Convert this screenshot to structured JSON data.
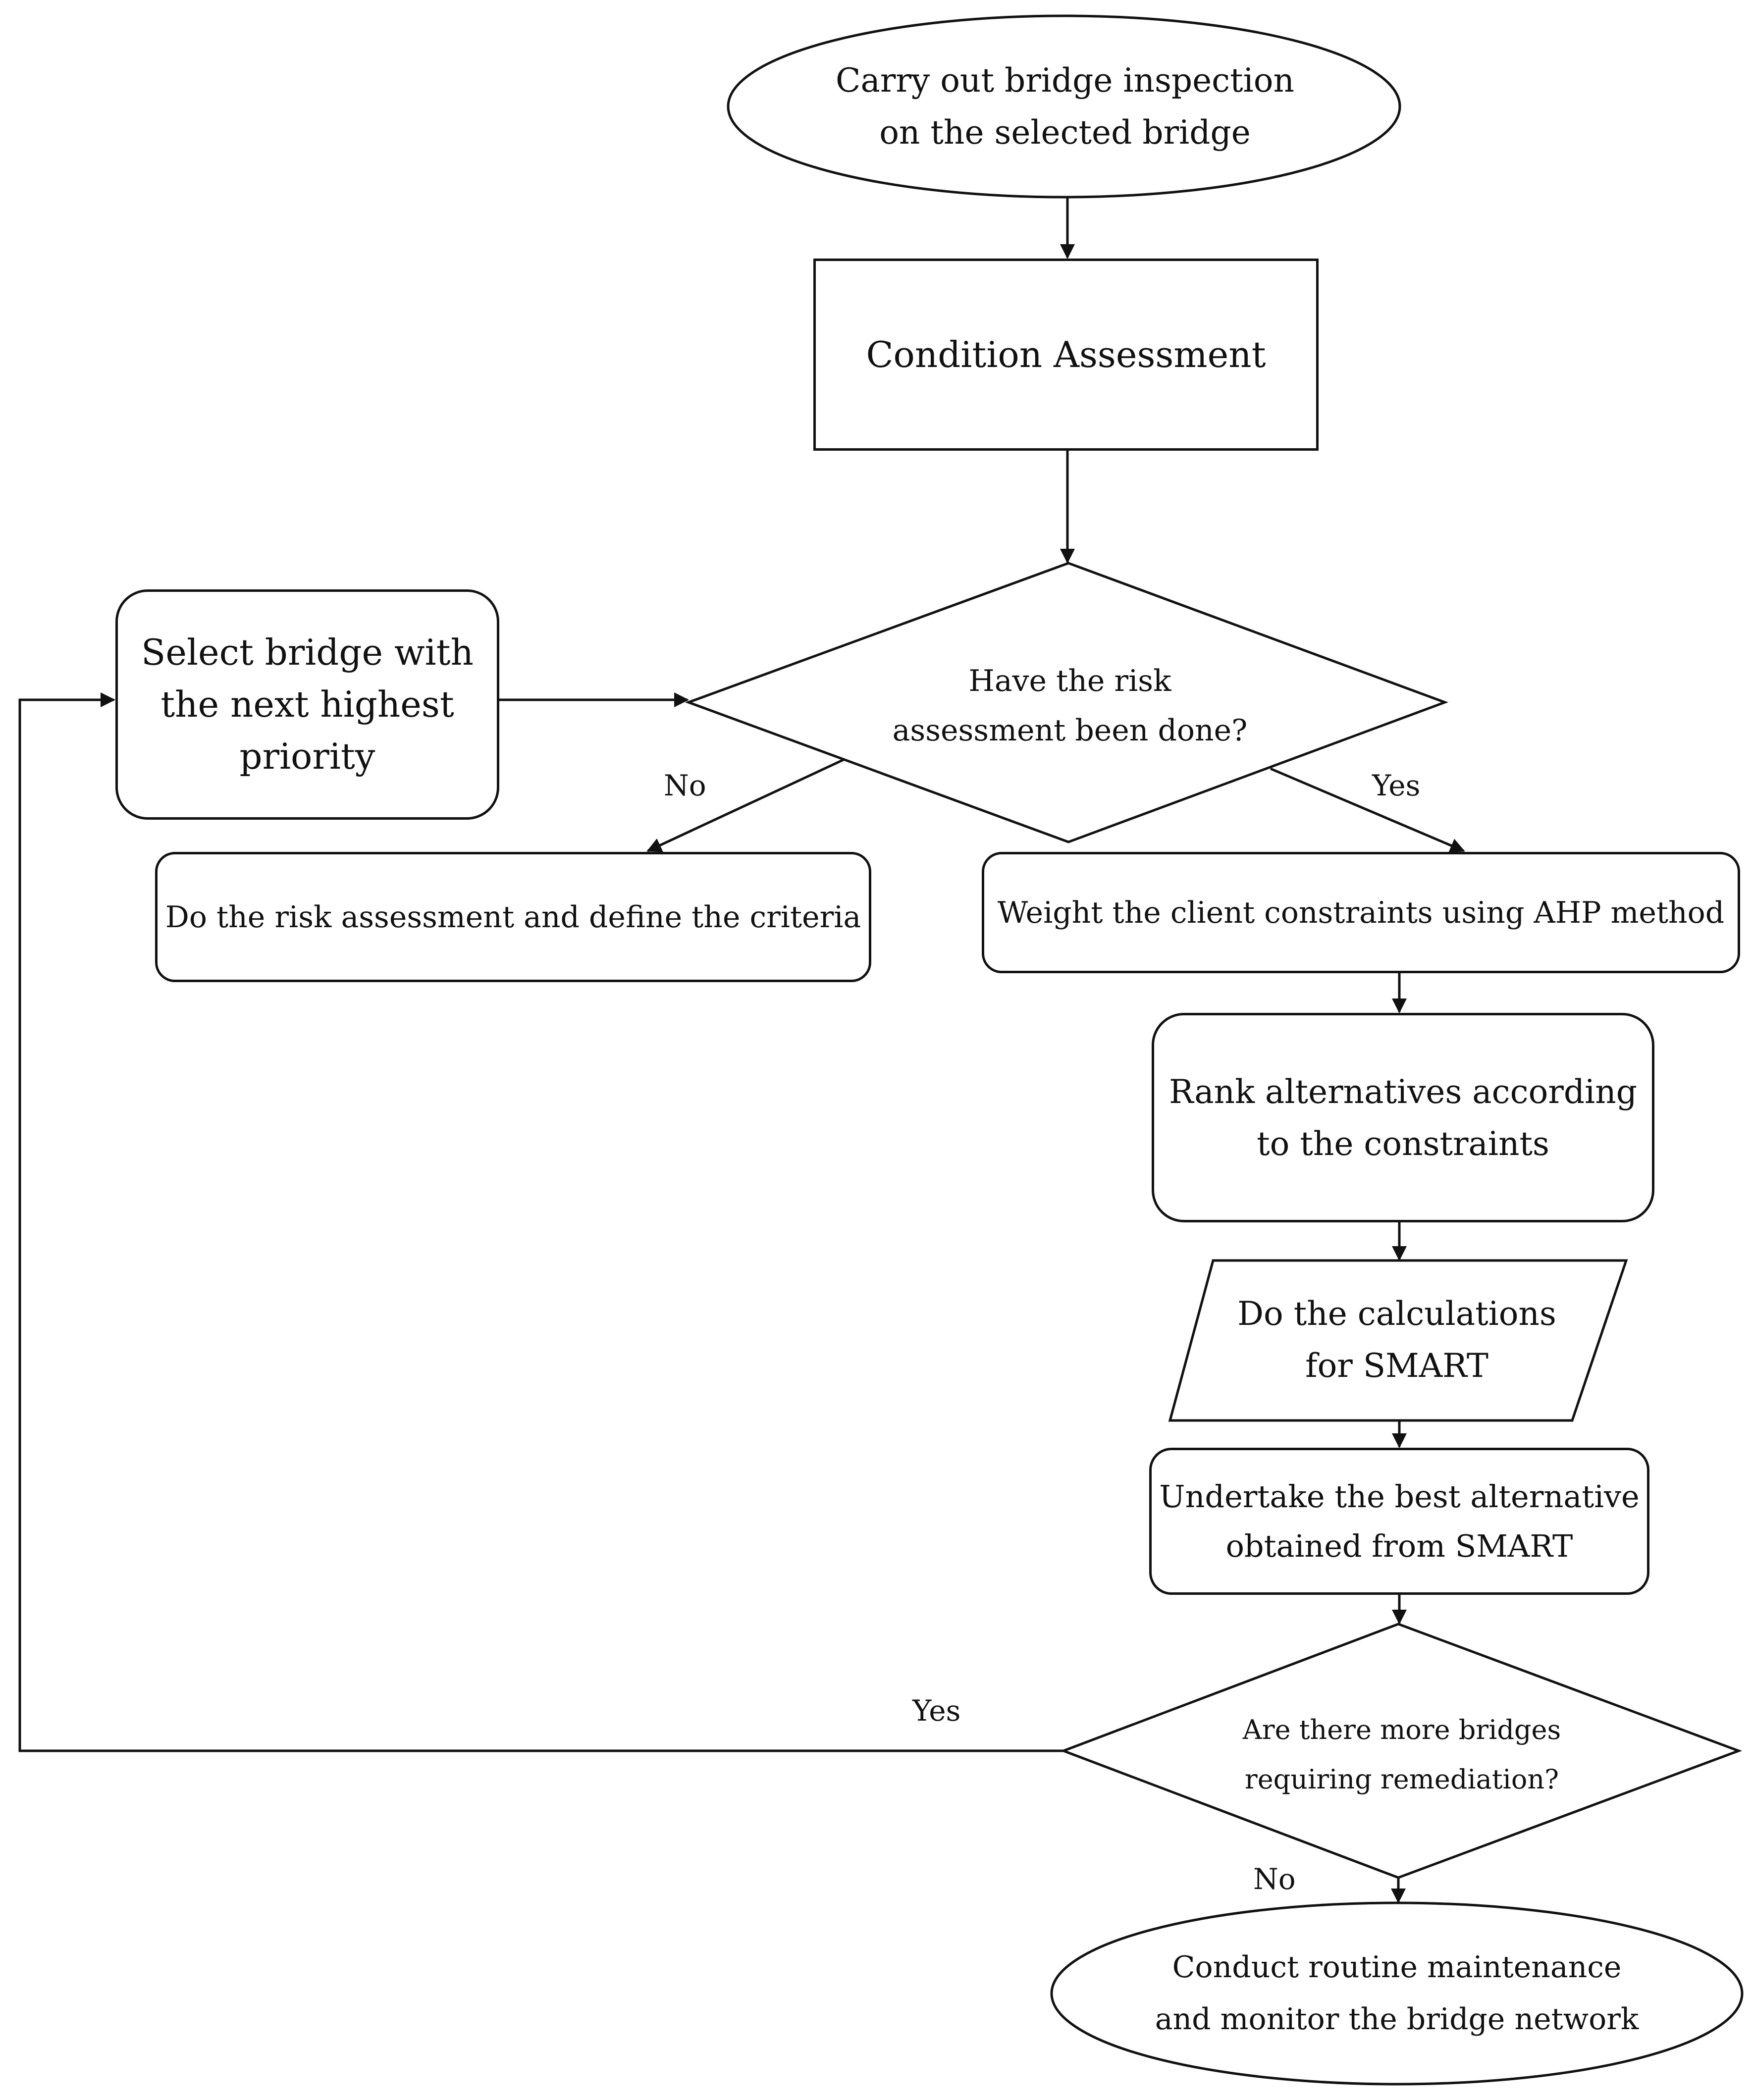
{
  "nodes": {
    "start": "Carry out bridge inspection\non the selected bridge",
    "condition": "Condition Assessment",
    "decision_risk": "Have the risk\nassessment been done?",
    "select_next": "Select bridge with\nthe next highest\npriority",
    "do_risk": "Do the risk assessment and define the criteria",
    "weight": "Weight the client constraints using AHP method",
    "rank": "Rank alternatives according\nto the constraints",
    "smart_calc": "Do the calculations\nfor SMART",
    "undertake": "Undertake the best alternative\nobtained from SMART",
    "decision_more": "Are there more bridges\nrequiring remediation?",
    "end": "Conduct routine maintenance\nand monitor the bridge network"
  },
  "edge_labels": {
    "risk_no": "No",
    "risk_yes": "Yes",
    "more_yes": "Yes",
    "more_no": "No"
  }
}
